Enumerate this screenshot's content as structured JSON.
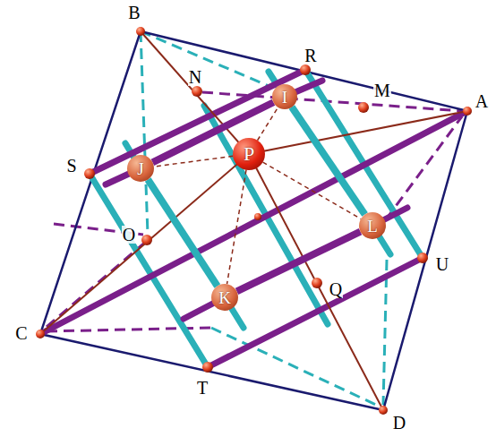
{
  "diagram": {
    "nodes": [
      {
        "text": [
          "I"
        ]
      },
      {
        "text": [
          "P"
        ]
      },
      {
        "text": [
          "J"
        ]
      },
      {
        "text": [
          "L"
        ]
      },
      {
        "text": [
          "K"
        ]
      }
    ],
    "edges": [
      {
        "from": 2,
        "to": 0,
        "arrow": "none"
      },
      {
        "from": 0,
        "to": 3,
        "arrow": "none"
      },
      {
        "from": 4,
        "to": 3,
        "arrow": "none"
      },
      {
        "from": 2,
        "to": 4,
        "arrow": "none"
      },
      {
        "from": 1,
        "to": 2,
        "arrow": "none"
      },
      {
        "from": 1,
        "to": 0,
        "arrow": "none"
      },
      {
        "from": 1,
        "to": 3,
        "arrow": "none"
      },
      {
        "from": 1,
        "to": 4,
        "arrow": "none"
      }
    ],
    "labels": [
      "B",
      "R",
      "N",
      "M",
      "A",
      "S",
      "O",
      "U",
      "Q",
      "C",
      "T",
      "D"
    ]
  }
}
